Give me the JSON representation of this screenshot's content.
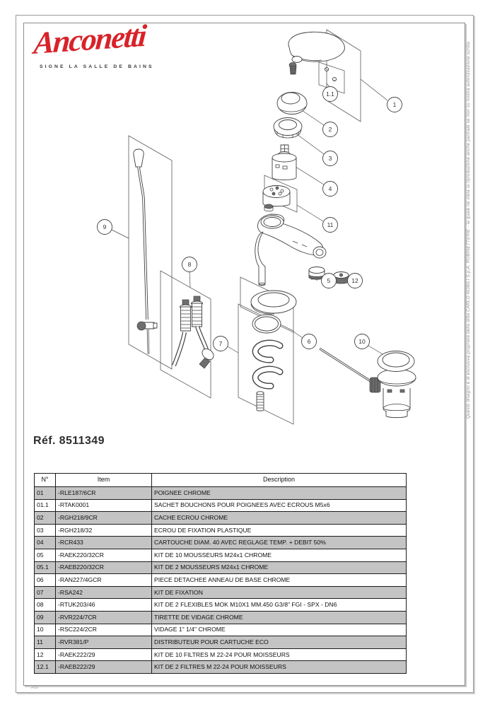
{
  "page": {
    "logo_text": "Anconetti",
    "logo_tagline": "SIGNE LA SALLE DE BAINS",
    "reference": "Réf. 8511349",
    "footer_note": "Adv",
    "side_note": "Questo disegno è di esclusiva proprietà della ditta CARLO NOBILI S.p.A. RUBINETTERIE - la quale ne vieta la riproduzione anche parziale se non su nostra autorizzazione scritta",
    "colors": {
      "logo_red": "#d8232a",
      "row_gray": "#c4c4c4",
      "line": "#3f3f3f"
    }
  },
  "diagram": {
    "callouts": {
      "n1": "1",
      "n1_1": "1.1",
      "n2": "2",
      "n3": "3",
      "n4": "4",
      "n5": "5",
      "n6": "6",
      "n7": "7",
      "n8": "8",
      "n9": "9",
      "n10": "10",
      "n11": "11",
      "n12": "12"
    }
  },
  "table": {
    "headers": [
      "N°",
      "Item",
      "Description"
    ],
    "rows": [
      {
        "no": "01",
        "item": "-RLE187/6CR",
        "description": "POIGNEE CHROME"
      },
      {
        "no": "01.1",
        "item": "-RTAK0001",
        "description": "SACHET BOUCHONS POUR POIGNEES AVEC ECROUS M5x6"
      },
      {
        "no": "02",
        "item": "-RGH218/9CR",
        "description": "CACHE ECROU CHROME"
      },
      {
        "no": "03",
        "item": "-RGH218/32",
        "description": "ECROU DE FIXATION PLASTIQUE"
      },
      {
        "no": "04",
        "item": "-RCR433",
        "description": "CARTOUCHE DIAM. 40 AVEC REGLAGE TEMP. + DEBIT 50%"
      },
      {
        "no": "05",
        "item": "-RAEK220/32CR",
        "description": "KIT DE 10 MOUSSEURS M24x1 CHROME"
      },
      {
        "no": "05.1",
        "item": "-RAEB220/32CR",
        "description": "KIT DE 2 MOUSSEURS M24x1 CHROME"
      },
      {
        "no": "06",
        "item": "-RAN227/4GCR",
        "description": "PIECE DETACHEE ANNEAU DE BASE CHROME"
      },
      {
        "no": "07",
        "item": "-RSA242",
        "description": "KIT DE FIXATION"
      },
      {
        "no": "08",
        "item": "-RTUK203/46",
        "description": "KIT DE 2  FLEXIBLES MOK M10X1 MM.450 G3/8\" FGI - SPX - DN6"
      },
      {
        "no": "09",
        "item": "-RVR224/7CR",
        "description": "TIRETTE DE VIDAGE CHROME"
      },
      {
        "no": "10",
        "item": "-RSC224/2CR",
        "description": "VIDAGE 1\" 1/4\"  CHROME"
      },
      {
        "no": "11",
        "item": "-RVR381/P",
        "description": "DISTRIBUTEUR POUR CARTUCHE ECO"
      },
      {
        "no": "12",
        "item": "-RAEK222/29",
        "description": "KIT DE 10  FILTRES  M 22-24 POUR MOISSEURS"
      },
      {
        "no": "12.1",
        "item": "-RAEB222/29",
        "description": "KIT DE 2 FILTRES  M 22-24 POUR MOISSEURS"
      }
    ]
  }
}
